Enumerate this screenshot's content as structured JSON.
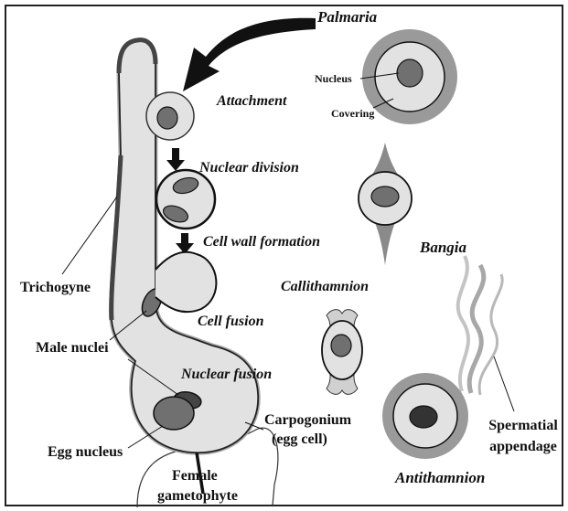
{
  "labels": {
    "palmaria": "Palmaria",
    "nucleus": "Nucleus",
    "covering": "Covering",
    "attachment": "Attachment",
    "nuclear_division": "Nuclear division",
    "cell_wall_formation": "Cell wall formation",
    "bangia": "Bangia",
    "trichogyne": "Trichogyne",
    "callithamnion": "Callithamnion",
    "cell_fusion": "Cell fusion",
    "male_nuclei": "Male nuclei",
    "nuclear_fusion": "Nuclear fusion",
    "carpogonium": "Carpogonium",
    "egg_cell": "(egg cell)",
    "egg_nucleus": "Egg nucleus",
    "spermatial": "Spermatial",
    "appendage": "appendage",
    "female": "Female",
    "gametophyte": "gametophyte",
    "antithamnion": "Antithamnion"
  },
  "colors": {
    "frame": "#222222",
    "cell_fill": "#e2e2e2",
    "nucleus_fill": "#707070",
    "covering": "#9a9a9a",
    "sheath": "#b0b0b0",
    "ink": "#111111"
  }
}
